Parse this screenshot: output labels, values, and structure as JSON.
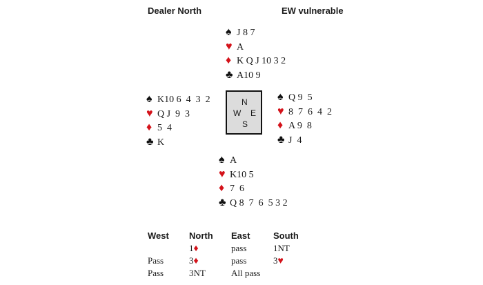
{
  "header": {
    "dealer": "Dealer North",
    "vulnerability": "EW vulnerable"
  },
  "colors": {
    "red_suit": "#d4121a",
    "black_suit": "#111111",
    "compass_bg": "#dcdcdc"
  },
  "suits": {
    "spade": "♠",
    "heart": "♥",
    "diamond": "♦",
    "club": "♣"
  },
  "hands": {
    "north": {
      "spades": "J 8 7",
      "hearts": "A",
      "diamonds": "K Q J 10 3 2",
      "clubs": "A10 9"
    },
    "west": {
      "spades": "K10 6  4  3  2",
      "hearts": "Q J  9  3",
      "diamonds": "5  4",
      "clubs": "K"
    },
    "east": {
      "spades": "Q 9  5",
      "hearts": "8  7  6  4  2",
      "diamonds": "A 9  8",
      "clubs": "J  4"
    },
    "south": {
      "spades": "A",
      "hearts": "K10 5",
      "diamonds": "7  6",
      "clubs": "Q 8  7  6  5 3 2"
    }
  },
  "compass": {
    "n": "N",
    "w": "W",
    "e": "E",
    "s": "S"
  },
  "auction": {
    "headers": [
      "West",
      "North",
      "East",
      "South"
    ],
    "rows": [
      {
        "west": "",
        "north": "1",
        "north_suit": "♦",
        "east": "pass",
        "south": "1NT",
        "south_suit": ""
      },
      {
        "west": "Pass",
        "north": "3",
        "north_suit": "♦",
        "east": "pass",
        "south": "3",
        "south_suit": "♥"
      },
      {
        "west": "Pass",
        "north": "3NT",
        "north_suit": "",
        "east": "All pass",
        "south": "",
        "south_suit": ""
      }
    ]
  }
}
